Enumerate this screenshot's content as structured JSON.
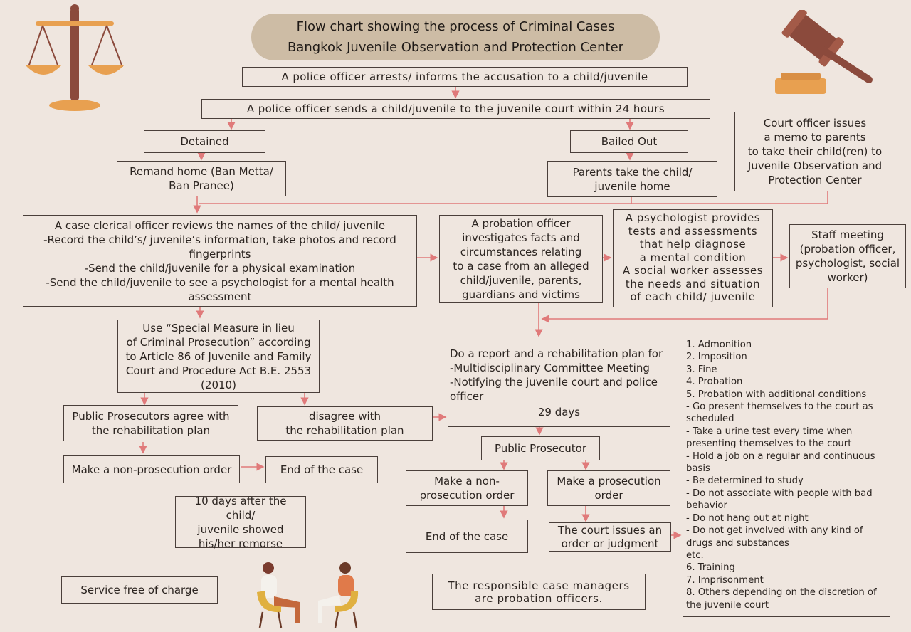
{
  "title": {
    "line1": "Flow chart showing the process of Criminal Cases",
    "line2": "Bangkok Juvenile Observation and Protection Center"
  },
  "nodes": {
    "arrest": "A police officer arrests/ informs the accusation to a child/juvenile",
    "send_court": "A police officer sends a child/juvenile to the juvenile court within 24 hours",
    "detained": "Detained",
    "bailed_out": "Bailed Out",
    "court_officer_memo": [
      "Court officer issues",
      "a memo to parents",
      "to take their child(ren) to",
      "Juvenile Observation and",
      "Protection Center"
    ],
    "remand_home": [
      "Remand home (Ban Metta/",
      "Ban Pranee)"
    ],
    "parents_take_home": [
      "Parents take the child/",
      "juvenile home"
    ],
    "clerical_review": [
      "A case clerical officer reviews the names of the child/ juvenile",
      "-Record the child’s/ juvenile’s information, take photos and record",
      "fingerprints",
      "-Send the child/juvenile for a physical examination",
      "-Send the child/juvenile to see a psychologist for a mental health",
      "assessment"
    ],
    "probation_investigation": [
      "A probation officer",
      "investigates facts and",
      "circumstances relating",
      "to a case from an alleged",
      "child/juvenile, parents,",
      "guardians and victims"
    ],
    "psych_social": [
      "A psychologist provides",
      "tests and assessments",
      "that help diagnose",
      "a mental condition",
      "A social worker assesses",
      "the needs and situation",
      "of each child/ juvenile"
    ],
    "staff_meeting": [
      "Staff meeting",
      "(probation officer,",
      "psychologist, social",
      "worker)"
    ],
    "special_measure": [
      "Use “Special Measure in lieu",
      "of Criminal Prosecution” according",
      "to Article 86 of Juvenile and Family",
      "Court and Procedure Act B.E. 2553",
      "(2010)"
    ],
    "report_plan": [
      "Do a report and a rehabilitation plan for",
      "-Multidisciplinary Committee Meeting",
      "-Notifying the juvenile court and police",
      "officer"
    ],
    "report_plan_days": "29 days",
    "prosecutors_agree": [
      "Public Prosecutors agree with",
      "the rehabilitation plan"
    ],
    "disagree": [
      "disagree with",
      "the rehabilitation plan"
    ],
    "non_prosecution_left": "Make a non-prosecution order",
    "end_case_left": "End of the case",
    "ten_days": [
      "10 days after the child/",
      "juvenile showed",
      "his/her remorse"
    ],
    "public_prosecutor": "Public Prosecutor",
    "non_prosecution_right": [
      "Make a non-",
      "prosecution order"
    ],
    "prosecution_order": [
      "Make a prosecution",
      "order"
    ],
    "end_case_right": "End of the case",
    "court_judgment": [
      "The court issues an",
      "order or judgment"
    ],
    "service_free": "Service free of charge",
    "responsible": [
      "The responsible case managers",
      "are probation officers."
    ]
  },
  "outcomes": [
    "1. Admonition",
    "2. Imposition",
    "3. Fine",
    "4. Probation",
    "5. Probation with additional conditions",
    "- Go present themselves to the court as scheduled",
    "- Take a urine test every time when presenting themselves to the court",
    "- Hold a job on a regular and continuous basis",
    "- Be determined to study",
    "- Do not associate with people with bad behavior",
    "- Do not hang out at night",
    "- Do not get involved with any kind of drugs and substances",
    "etc.",
    "6. Training",
    "7. Imprisonment",
    "8. Others depending on the discretion of the juvenile court"
  ],
  "icons": [
    "scales-of-justice-icon",
    "gavel-icon",
    "people-talking-illustration"
  ],
  "colors": {
    "background": "#efe6df",
    "title_bg": "#cdbca5",
    "arrow": "#e07a7a",
    "box_border": "#4a3f3a",
    "accent_brown": "#8b4a3c",
    "accent_gold": "#e8a050"
  }
}
